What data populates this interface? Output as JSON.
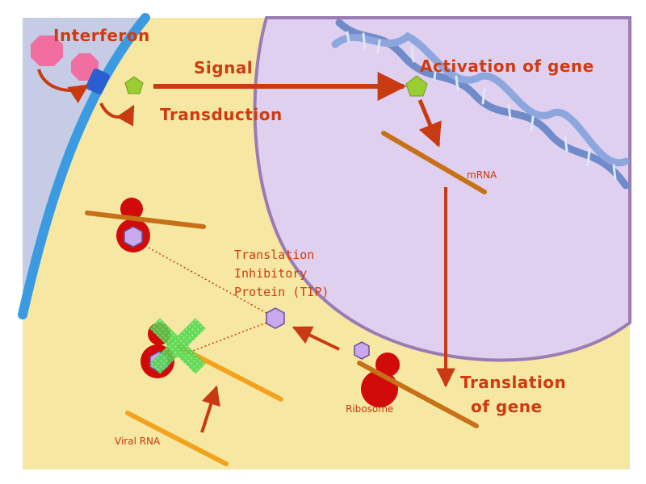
{
  "labels": {
    "interferon": "Interferon",
    "signal": "Signal",
    "transduction": "Transduction",
    "activation": "Activation of gene",
    "mrna": "mRNA",
    "tip_line1": "Translation",
    "tip_line2": "Inhibitory",
    "tip_line3": "Protein (TIP)",
    "translation_line1": "Translation",
    "translation_line2": "of gene",
    "ribosome": "Ribosome",
    "viral_rna": "Viral RNA"
  },
  "colors": {
    "outside": "#c6cce6",
    "membrane": "#3c9be0",
    "cytoplasm": "#f6e8a2",
    "nucleus": "#dfd0ef",
    "nucleus_border": "#9a7cb3",
    "interferon": "#f06ea0",
    "receptor": "#2a5fd1",
    "signal_molecule": "#9acd32",
    "arrow": "#c83a12",
    "mrna": "#c77018",
    "viral_rna": "#f3a21b",
    "ribosome": "#d10a0a",
    "tip_protein": "#c8a9ee",
    "cross": "#4cd84c",
    "dna": "#6f8bc9",
    "label_text": "#d03a10"
  }
}
